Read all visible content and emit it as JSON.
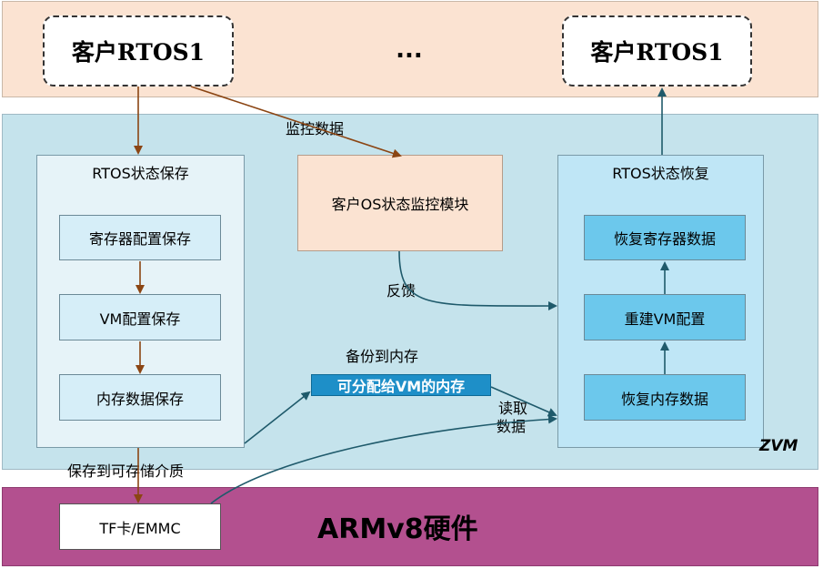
{
  "guests": {
    "left": "客户RTOS1",
    "ellipsis": "...",
    "right": "客户RTOS1"
  },
  "zvm_label": "ZVM",
  "hardware_label": "ARMv8硬件",
  "save_panel": {
    "title": "RTOS状态保存",
    "steps": [
      "寄存器配置保存",
      "VM配置保存",
      "内存数据保存"
    ]
  },
  "monitor_box": "客户OS状态监控模块",
  "restore_panel": {
    "title": "RTOS状态恢复",
    "steps": [
      "恢复寄存器数据",
      "重建VM配置",
      "恢复内存数据"
    ]
  },
  "memory_box": "可分配给VM的内存",
  "storage_box": "TF卡/EMMC",
  "labels": {
    "monitor_data": "监控数据",
    "feedback": "反馈",
    "backup_to_memory": "备份到内存",
    "read_data_1": "读取",
    "read_data_2": "数据",
    "save_to_storage": "保存到可存储介质"
  },
  "colors": {
    "top_band": "#fbe3d2",
    "zvm_band": "#c5e3ec",
    "hw_band": "#b3508f",
    "brown_arrow": "#8b4513",
    "teal_arrow": "#1f5a6b"
  }
}
